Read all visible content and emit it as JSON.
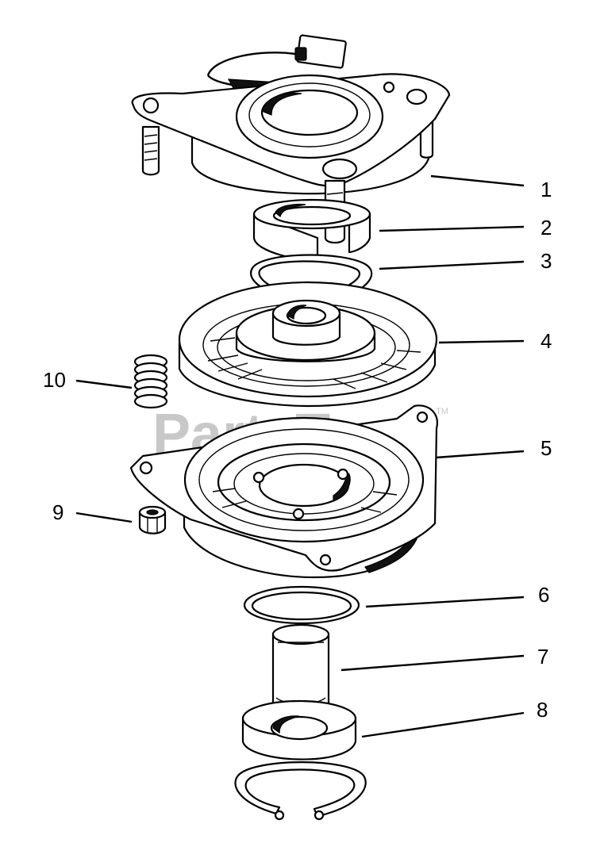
{
  "diagram": {
    "watermark": "PartsTree",
    "watermark_mark": "TM",
    "callouts": [
      {
        "id": "1",
        "label": "1"
      },
      {
        "id": "2",
        "label": "2"
      },
      {
        "id": "3",
        "label": "3"
      },
      {
        "id": "4",
        "label": "4"
      },
      {
        "id": "5",
        "label": "5"
      },
      {
        "id": "6",
        "label": "6"
      },
      {
        "id": "7",
        "label": "7"
      },
      {
        "id": "8",
        "label": "8"
      },
      {
        "id": "9",
        "label": "9"
      },
      {
        "id": "10",
        "label": "10"
      }
    ]
  }
}
